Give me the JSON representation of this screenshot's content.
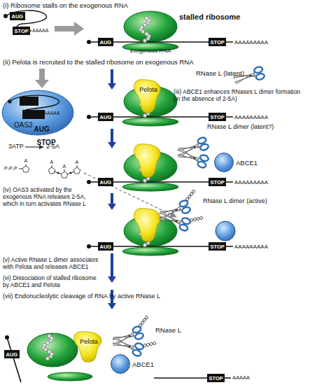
{
  "diagram": {
    "nodes": [
      {
        "text": [
          "AUG"
        ]
      },
      {
        "text": [
          "STOP"
        ]
      },
      {
        "text": [
          "AUG"
        ]
      },
      {
        "text": [
          "STOP"
        ]
      },
      {
        "text": [
          "OAS3"
        ]
      },
      {
        "text": [
          "AUG"
        ],
        "in": 4
      },
      {
        "text": [
          "STOP"
        ],
        "in": 4
      },
      {
        "text": [
          "Pelota"
        ]
      },
      {
        "text": [
          "AUG"
        ]
      },
      {
        "text": [
          "STOP"
        ]
      },
      {
        "text": [
          "AUG"
        ]
      },
      {
        "text": [
          "STOP"
        ]
      },
      {
        "text": [
          "ABCE1"
        ]
      },
      {
        "text": [
          "AUG"
        ]
      },
      {
        "text": [
          "STOP"
        ]
      },
      {
        "text": [
          "Pelota"
        ]
      },
      {
        "text": [
          "ABCE1"
        ]
      },
      {
        "text": [
          "AUG"
        ]
      },
      {
        "text": [
          "STOP"
        ]
      }
    ],
    "labels": [
      "(i) Ribosome stalls on the exogenous RNA",
      "AAAAA",
      "stalled ribosome",
      "AAAAAAAAA",
      "exogenous RNA",
      "(ii) Pelota is recruited to the stalled ribosome on exogenous RNA",
      "AAAAA",
      "3ATP",
      "2-5A",
      "P-P-P",
      "A",
      "A",
      "A",
      "A",
      "RNase L (latent)",
      "AAAAAAAAA",
      "(iii) ABCE1 enhances RNases L dimer formation",
      "(in the absence of 2-5A)",
      "RNase L dimer (latent?)",
      "AAAAAAAAA",
      "(iv) OAS3 activated by the exogenous RNA releases 2-5A, which in turn activates RNase L",
      "RNase L dimer (active)",
      "AAAAAAAAA",
      "(v) Active RNase L dimer associates with Pelota and releases ABCE1",
      "(vi) Dissociation of stalled ribosome by ABCE1 and Pelota",
      "(vii) Endonucleolytic cleavage of RNA by active RNase L",
      "RNase L",
      "AAAAA"
    ]
  }
}
